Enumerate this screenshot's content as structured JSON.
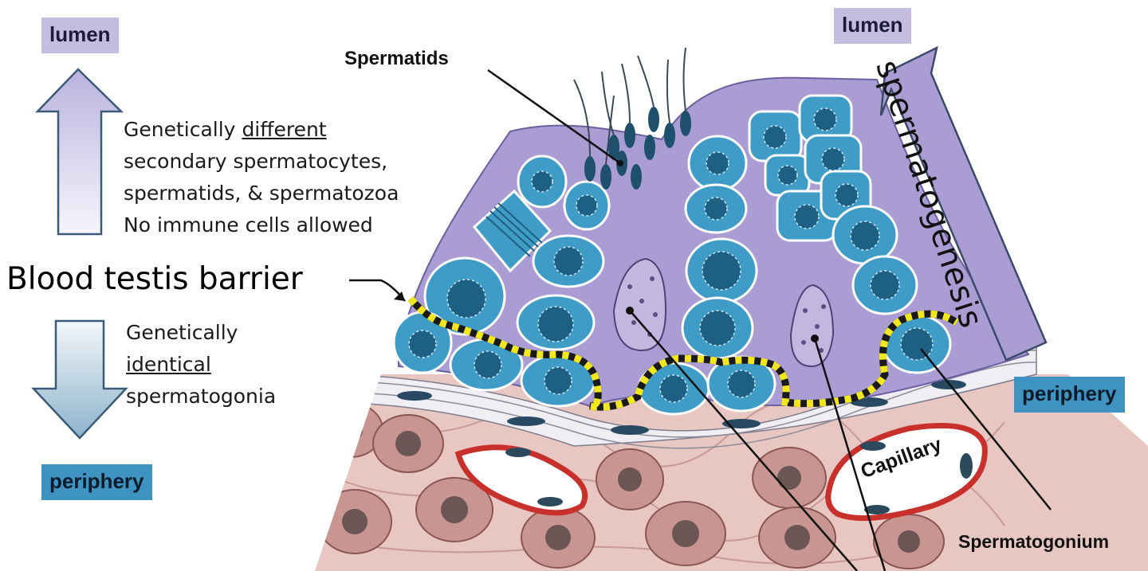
{
  "labels": {
    "lumen_left": "lumen",
    "lumen_right": "lumen",
    "periphery_left": "periphery",
    "periphery_right": "periphery",
    "upper_line1_pre": "Genetically ",
    "upper_line1_underlined": "different",
    "upper_line2": "secondary spermatocytes,",
    "upper_line3": "spermatids, & spermatozoa",
    "upper_line4": "No immune cells allowed",
    "barrier": "Blood testis barrier",
    "lower_line1": "Genetically",
    "lower_line2_underlined": "identical",
    "lower_line3": "spermatogonia",
    "spermatids": "Spermatids",
    "spermatogenesis": "spermatogenesis",
    "capillary": "Capillary",
    "spermatogonium": "Spermatogonium"
  },
  "colors": {
    "lumen_chip": "#c5bde0",
    "periphery_chip": "#3e93c1",
    "tubule": "#a99dd4",
    "cell": "#3f9cc7",
    "nucleus": "#1e5f84",
    "barrier_dots": "#f2e61f",
    "connective": "#e8c7c2",
    "capillary_wall": "#c8302b"
  }
}
